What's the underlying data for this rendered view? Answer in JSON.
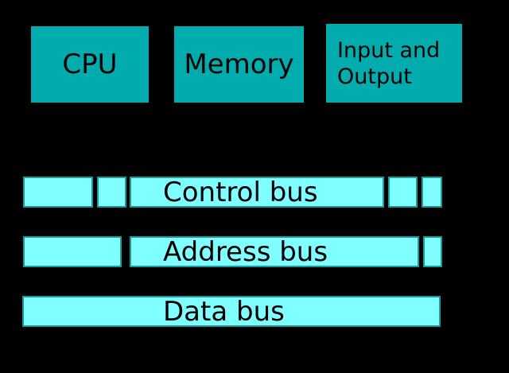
{
  "colors": {
    "background": "#000000",
    "component_fill": "#00ACAD",
    "bus_fill": "#7FFFFF",
    "bus_border": "#1D9999",
    "label_text": "#000000"
  },
  "components": [
    {
      "id": "cpu",
      "label": "CPU"
    },
    {
      "id": "memory",
      "label": "Memory"
    },
    {
      "id": "io",
      "label": "Input and Output"
    }
  ],
  "buses": [
    {
      "id": "control",
      "label": "Control bus"
    },
    {
      "id": "address",
      "label": "Address bus"
    },
    {
      "id": "data",
      "label": "Data bus"
    }
  ]
}
